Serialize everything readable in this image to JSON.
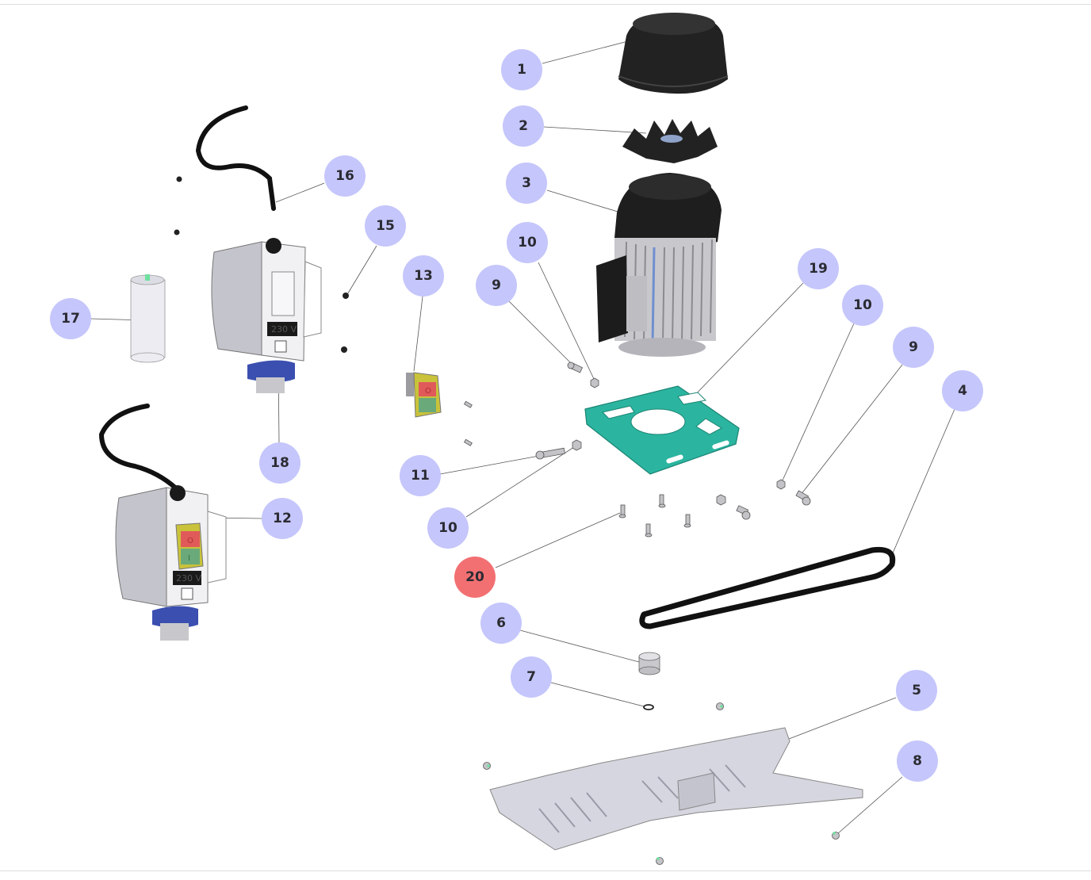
{
  "diagram": {
    "type": "exploded-parts-view",
    "colors": {
      "callout": "#c5c6fb",
      "callout_active": "#f27072",
      "motor_bracket": "#2bb5a0",
      "switch_red": "#e05a5a",
      "switch_green": "#6aaa7a",
      "switch_yellow": "#c9c23a",
      "nut_blue": "#3b4fb0"
    },
    "voltage_label": "230 V",
    "switch_off_glyph": "O",
    "switch_on_glyph": "I",
    "callouts": [
      {
        "id": "c1",
        "label": "1",
        "part": "fan-cover",
        "active": false
      },
      {
        "id": "c2",
        "label": "2",
        "part": "fan",
        "active": false
      },
      {
        "id": "c3",
        "label": "3",
        "part": "electric-motor",
        "active": false
      },
      {
        "id": "c10a",
        "label": "10",
        "part": "hex-nut",
        "active": false
      },
      {
        "id": "c9a",
        "label": "9",
        "part": "hex-bolt",
        "active": false
      },
      {
        "id": "c19",
        "label": "19",
        "part": "motor-mounting-bracket",
        "active": false
      },
      {
        "id": "c10b",
        "label": "10",
        "part": "hex-nut",
        "active": false
      },
      {
        "id": "c9b",
        "label": "9",
        "part": "hex-bolt",
        "active": false
      },
      {
        "id": "c4",
        "label": "4",
        "part": "drive-belt",
        "active": false
      },
      {
        "id": "c13",
        "label": "13",
        "part": "on-off-switch",
        "active": false
      },
      {
        "id": "c16",
        "label": "16",
        "part": "power-cable",
        "active": false
      },
      {
        "id": "c15",
        "label": "15",
        "part": "screw-cap",
        "active": false
      },
      {
        "id": "c17",
        "label": "17",
        "part": "capacitor",
        "active": false
      },
      {
        "id": "c18",
        "label": "18",
        "part": "switch-housing",
        "active": false
      },
      {
        "id": "c12",
        "label": "12",
        "part": "switch-box-assembly",
        "active": false
      },
      {
        "id": "c11",
        "label": "11",
        "part": "socket-head-bolt",
        "active": false
      },
      {
        "id": "c10c",
        "label": "10",
        "part": "hex-nut",
        "active": false
      },
      {
        "id": "c20",
        "label": "20",
        "part": "screws",
        "active": true
      },
      {
        "id": "c6",
        "label": "6",
        "part": "motor-pulley",
        "active": false
      },
      {
        "id": "c7",
        "label": "7",
        "part": "retaining-ring",
        "active": false
      },
      {
        "id": "c5",
        "label": "5",
        "part": "base-plate",
        "active": false
      },
      {
        "id": "c8",
        "label": "8",
        "part": "flange-screw",
        "active": false
      }
    ]
  }
}
